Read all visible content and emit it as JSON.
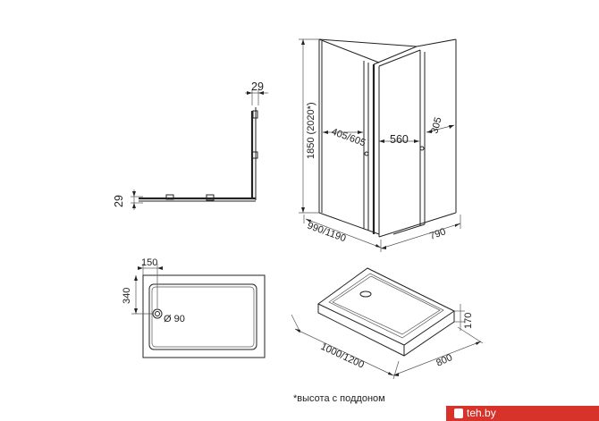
{
  "plan_view": {
    "dim_top": "29",
    "dim_left": "29"
  },
  "enclosure": {
    "height": "1850 (2020*)",
    "door_width": "405/605",
    "side_width": "560",
    "side_fixed": "305",
    "width": "990/1190",
    "depth": "790"
  },
  "tray_top": {
    "offset_x": "150",
    "offset_y": "340",
    "drain": "Ø 90"
  },
  "tray_3d": {
    "height": "170",
    "length": "1000/1200",
    "width": "800"
  },
  "footnote": "*высота с поддоном",
  "watermark": "teh.by",
  "colors": {
    "line": "#222222",
    "watermark_bg": "#d8332a"
  }
}
